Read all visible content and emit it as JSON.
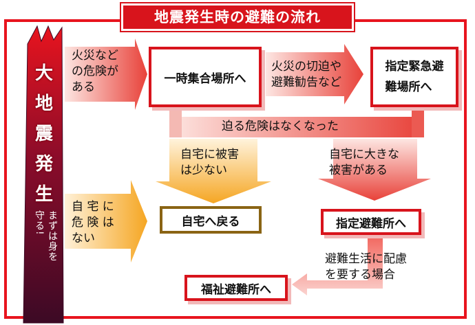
{
  "title": "地震発生時の避難の流れ",
  "earthquake": {
    "chars": [
      "大",
      "地",
      "震",
      "発",
      "生"
    ],
    "sub_line1": "まずは身を",
    "sub_line2": "守る!"
  },
  "flow": {
    "fire_danger": "火災など\nの危険が\nある",
    "no_danger": "自 宅 に\n危 険 は\nない",
    "temp_gathering": "一時集合場所へ",
    "fire_approaching": "火災の切迫や\n避難勧告など",
    "designated_emergency": "指定緊急避\n難場所へ",
    "danger_gone": "迫る危険はなくなった",
    "little_damage": "自宅に被害\nは少ない",
    "heavy_damage": "自宅に大きな\n被害がある",
    "return_home": "自宅へ戻る",
    "designated_shelter": "指定避難所へ",
    "needs_care": "避難生活に配慮\nを要する場合",
    "welfare_shelter": "福祉避難所へ"
  },
  "colors": {
    "red": "#d8141c",
    "orange": "#f5a623",
    "maroon": "#5a0a22",
    "brown": "#8a6414"
  }
}
